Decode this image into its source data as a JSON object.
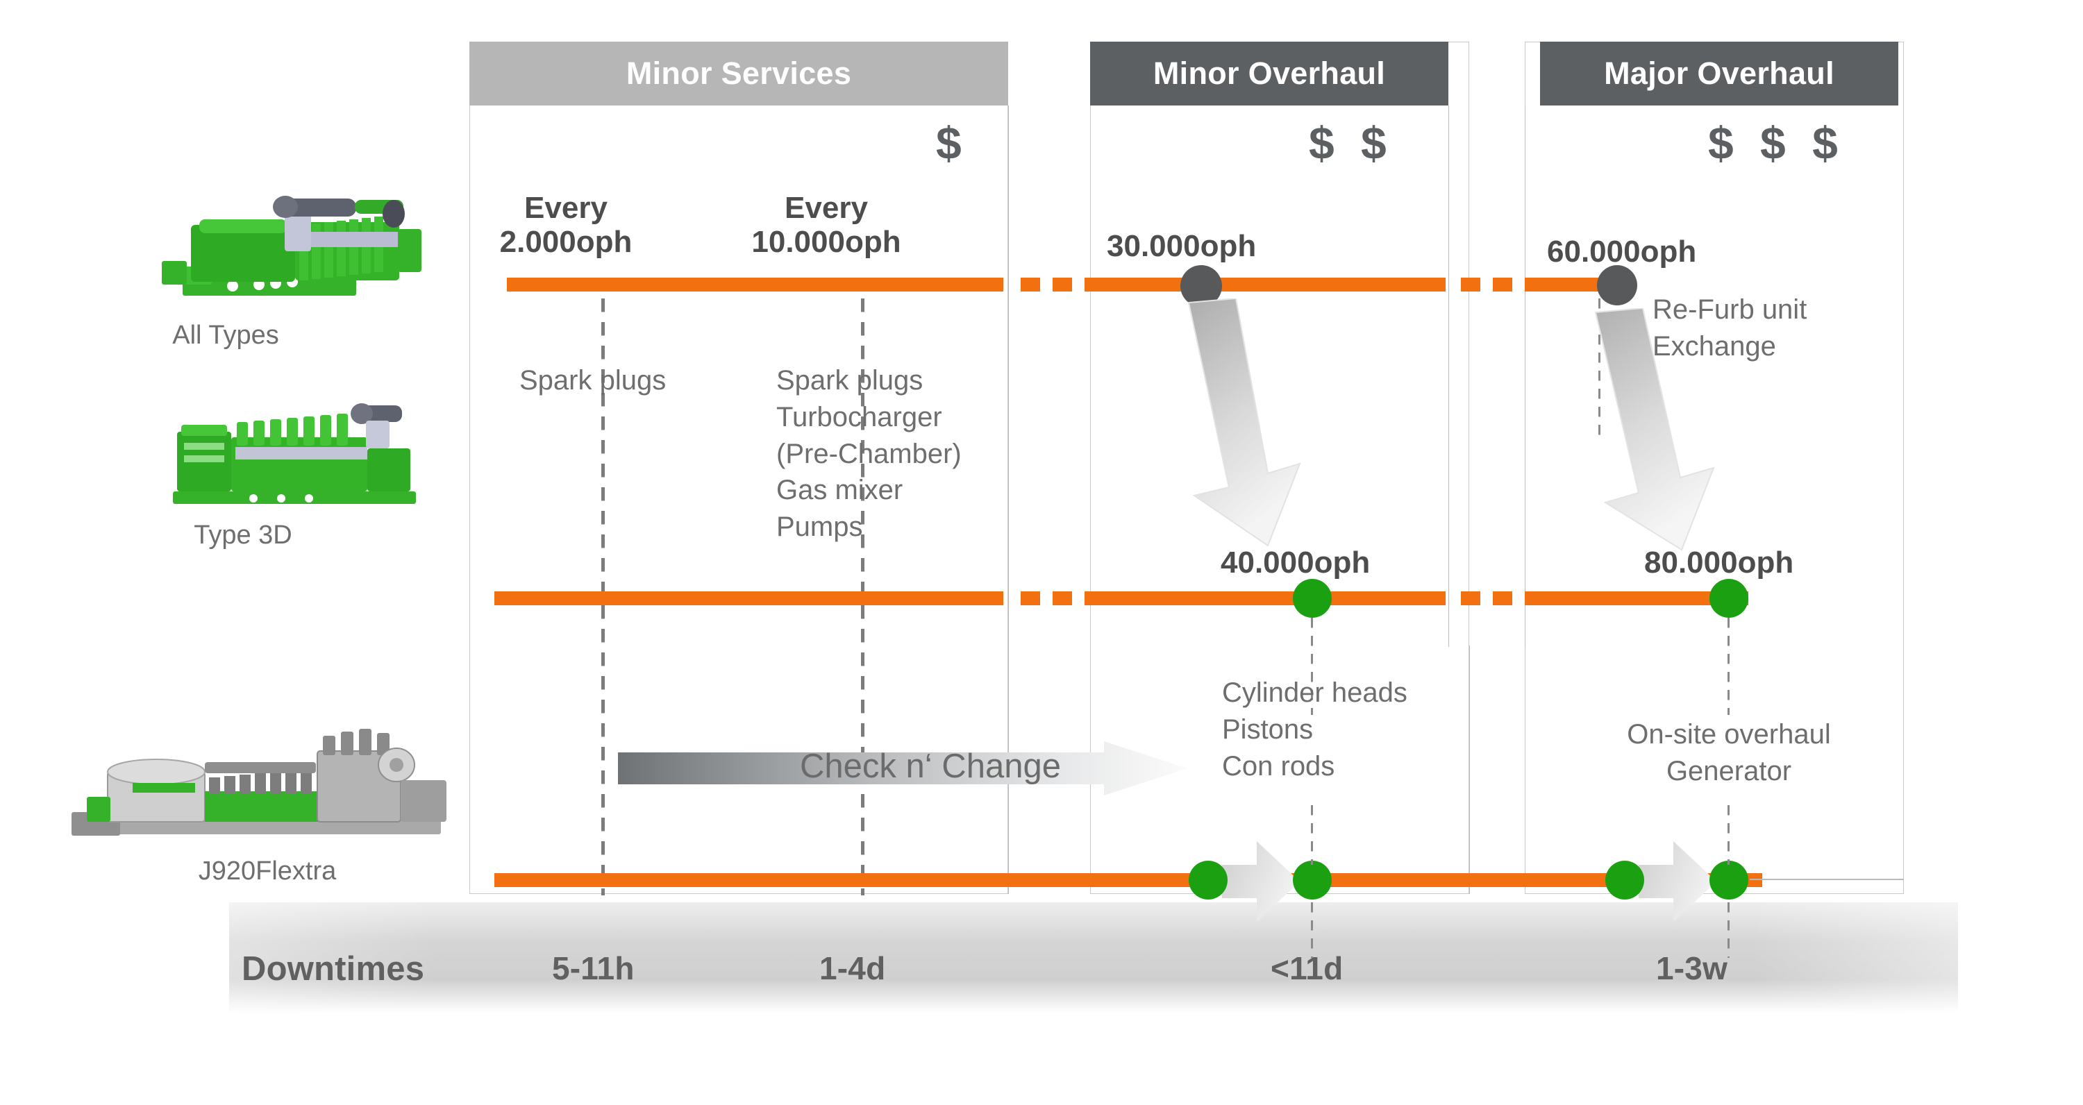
{
  "title": "Gas engine maintenance schedule",
  "panels": [
    {
      "id": "minor-services",
      "label": "Minor Services",
      "cost": "$",
      "style": "light"
    },
    {
      "id": "minor-overhaul",
      "label": "Minor Overhaul",
      "cost": "$ $",
      "style": "dark"
    },
    {
      "id": "major-overhaul",
      "label": "Major Overhaul",
      "cost": "$ $ $",
      "style": "dark"
    }
  ],
  "intervals": {
    "every_word": "Every",
    "minor_1": "2.000oph",
    "minor_2": "10.000oph"
  },
  "rows": [
    {
      "id": "all-types",
      "label": "All Types",
      "engine_icon": "gas-engine-green-icon",
      "milestones": [
        {
          "value": "30.000oph",
          "marker": "grey"
        },
        {
          "value": "60.000oph",
          "marker": "grey"
        }
      ],
      "notes": [
        "Re-Furb unit",
        "Exchange"
      ]
    },
    {
      "id": "type-3d",
      "label": "Type 3D",
      "engine_icon": "gas-engine-module-green-icon",
      "milestones": [
        {
          "value": "40.000oph",
          "marker": "green"
        },
        {
          "value": "80.000oph",
          "marker": "green"
        }
      ],
      "notes": [
        "Cylinder heads",
        "Pistons",
        "Con rods"
      ],
      "notes2": [
        "On-site overhaul",
        "Generator"
      ]
    },
    {
      "id": "j920flextra",
      "label": "J920Flextra",
      "engine_icon": "genset-grey-icon",
      "milestones": [],
      "notes": []
    }
  ],
  "service_notes": {
    "col1": [
      "Spark plugs"
    ],
    "col2": [
      "Spark plugs",
      "Turbocharger",
      "(Pre-Chamber)",
      "Gas mixer",
      "Pumps"
    ]
  },
  "check_n_change": {
    "label": "Check n‘ Change",
    "arrow_icon": "right-arrow-gradient-icon"
  },
  "downtimes": {
    "title": "Downtimes",
    "values": [
      "5-11h",
      "1-4d",
      "<11d",
      "1-3w"
    ]
  },
  "colors": {
    "timeline": "#f2700f",
    "marker_green": "#1ba011",
    "marker_grey": "#58595b",
    "head_light": "#b6b6b6",
    "head_dark": "#5d6063",
    "text": "#6e6e6e"
  }
}
